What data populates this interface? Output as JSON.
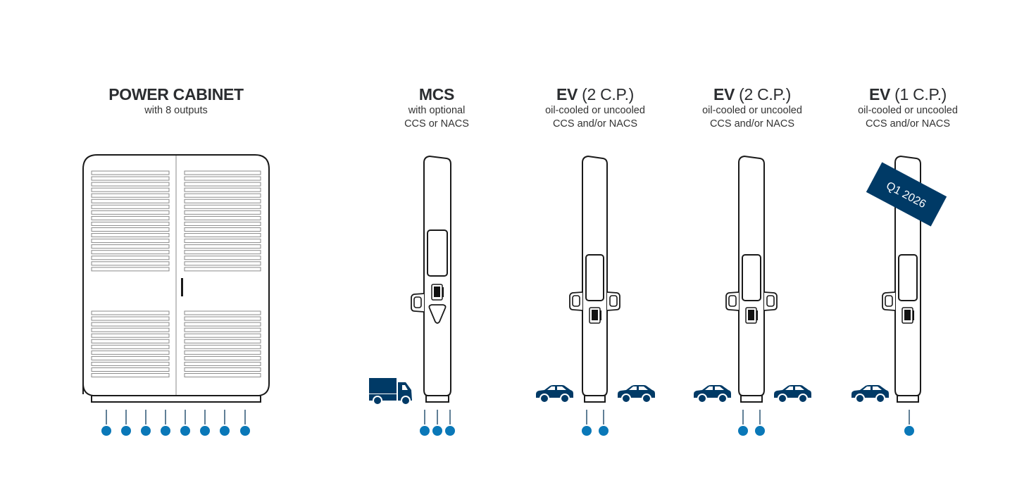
{
  "colors": {
    "outline": "#1a1a1a",
    "vehicle": "#003a66",
    "connector_dot": "#0a78b8",
    "connector_line": "#0a3a5e",
    "badge": "#003a66",
    "badge_text": "#ffffff"
  },
  "units": [
    {
      "id": "power-cabinet",
      "title_bold": "POWER CABINET",
      "title_light": "",
      "subtitle_lines": [
        "with 8 outputs"
      ],
      "outputs": 8
    },
    {
      "id": "mcs",
      "title_bold": "MCS",
      "title_light": "",
      "subtitle_lines": [
        "with optional",
        "CCS or NACS"
      ],
      "outputs": 3,
      "vehicles": [
        "truck-left"
      ]
    },
    {
      "id": "ev-2cp-a",
      "title_bold": "EV",
      "title_light": " (2 C.P.)",
      "subtitle_lines": [
        "oil-cooled or uncooled",
        "CCS and/or NACS"
      ],
      "outputs": 2,
      "vehicles": [
        "car-left",
        "car-right"
      ]
    },
    {
      "id": "ev-2cp-b",
      "title_bold": "EV",
      "title_light": " (2 C.P.)",
      "subtitle_lines": [
        "oil-cooled or uncooled",
        "CCS and/or NACS"
      ],
      "outputs": 2,
      "vehicles": [
        "car-left",
        "car-right"
      ]
    },
    {
      "id": "ev-1cp",
      "title_bold": "EV",
      "title_light": " (1 C.P.)",
      "subtitle_lines": [
        "oil-cooled or uncooled",
        "CCS and/or NACS"
      ],
      "outputs": 1,
      "vehicles": [
        "car-left"
      ],
      "badge": "Q1 2026"
    }
  ]
}
